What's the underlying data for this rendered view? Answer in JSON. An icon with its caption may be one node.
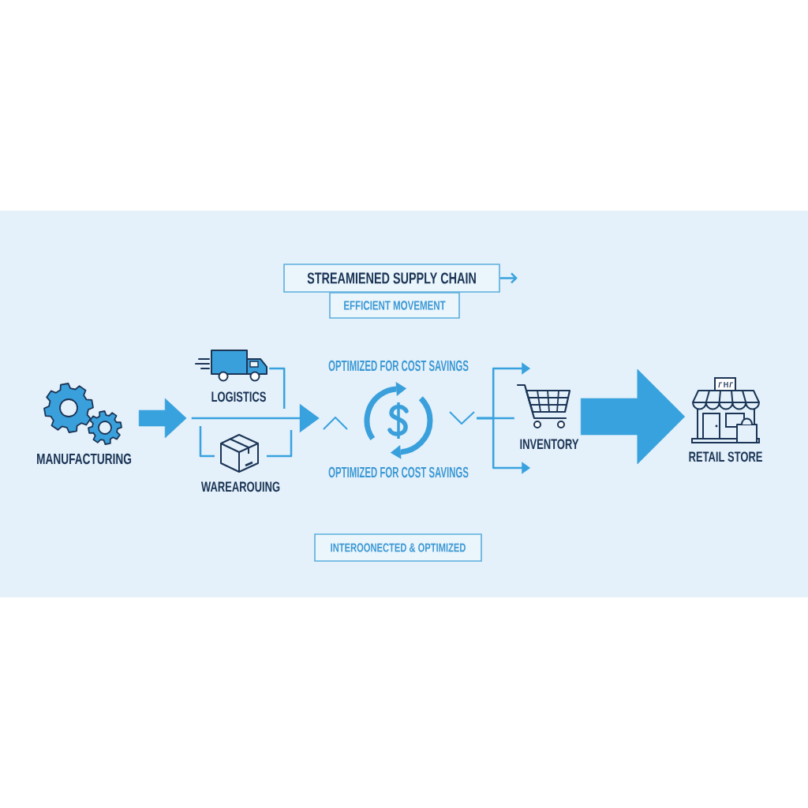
{
  "diagram": {
    "nodes": [
      {
        "text": [
          "STREAMIENED SUPPLY CHAIN"
        ]
      },
      {
        "text": [
          "EFFICIENT MOVEMENT"
        ]
      },
      {
        "text": [
          "MANUFACTURING"
        ]
      },
      {
        "text": [
          "LOGISTICS"
        ]
      },
      {
        "text": [
          "WAREAROUING"
        ]
      },
      {
        "text": [
          "OPTIMIZED FOR COST SAVINGS",
          "OPTIMIZED FOR COST SAVINGS"
        ]
      },
      {
        "text": [
          "INVENTORY"
        ]
      },
      {
        "text": [
          "RETAIL STORE"
        ]
      },
      {
        "text": [
          "INTEROONECTED & OPTIMIZED"
        ]
      }
    ],
    "edges": [
      {
        "from": 2,
        "to": null,
        "arrow": "to",
        "style": "thick"
      },
      {
        "from": null,
        "to": 5,
        "arrow": "to"
      },
      {
        "from": 3,
        "to": null,
        "arrow": "none"
      },
      {
        "from": null,
        "to": 4,
        "arrow": "none"
      },
      {
        "from": 4,
        "to": null,
        "arrow": "none"
      },
      {
        "from": 5,
        "to": 6,
        "arrow": "none"
      },
      {
        "from": 5,
        "to": null,
        "arrow": "to"
      },
      {
        "from": 5,
        "to": null,
        "arrow": "to"
      },
      {
        "from": 6,
        "to": 7,
        "arrow": "to",
        "style": "thick"
      },
      {
        "from": 0,
        "to": null,
        "arrow": "to"
      }
    ]
  }
}
